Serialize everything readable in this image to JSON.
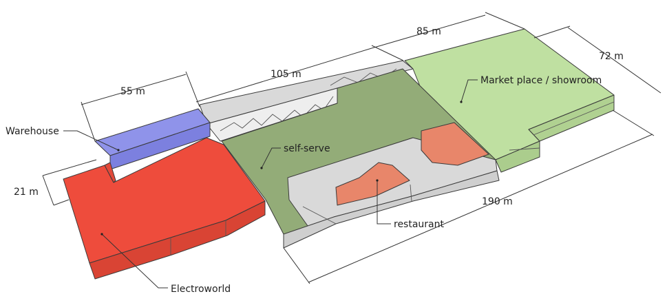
{
  "colors": {
    "warehouse": "#8f93ea",
    "electroworld": "#ee4c3c",
    "self_serve": "#93ac78",
    "market_place": "#b4da90",
    "restaurant": "#e8866a",
    "grey": "#d9d9d9"
  },
  "labels": {
    "warehouse": "Warehouse",
    "electroworld": "Electroworld",
    "self_serve": "self-serve",
    "market_place": "Market place / showroom",
    "restaurant": "restaurant"
  },
  "dimensions": {
    "d55": "55 m",
    "d105": "105 m",
    "d85": "85 m",
    "d72": "72 m",
    "d21": "21 m",
    "d190": "190 m"
  }
}
